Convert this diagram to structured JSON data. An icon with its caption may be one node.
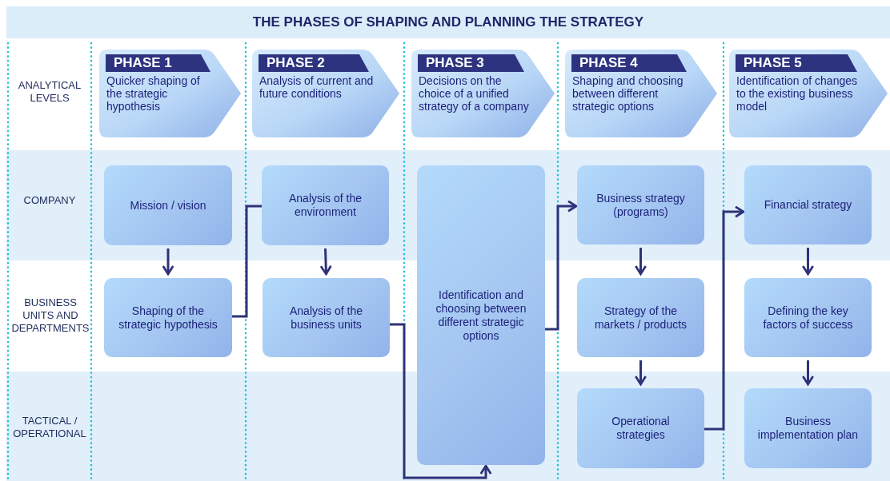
{
  "diagram": {
    "title": "THE PHASES OF SHAPING AND PLANNING THE STRATEGY",
    "nodes": [
      {
        "text": [
          "PHASE 1",
          "Quicker shaping of the strategic hypothesis"
        ]
      },
      {
        "text": [
          "PHASE 2",
          "Analysis of current and future conditions"
        ]
      },
      {
        "text": [
          "PHASE 3",
          "Decisions on the choice of a unified strategy of a company"
        ]
      },
      {
        "text": [
          "PHASE 4",
          "Shaping and choosing between different strategic options"
        ]
      },
      {
        "text": [
          "PHASE 5",
          "Identification of changes to the existing business model"
        ]
      },
      {
        "text": [
          "Mission / vision"
        ]
      },
      {
        "text": [
          "Shaping of the strategic hypothesis"
        ]
      },
      {
        "text": [
          "Analysis of the environment"
        ]
      },
      {
        "text": [
          "Analysis of the business units"
        ]
      },
      {
        "text": [
          "Identification and choosing between different strategic options"
        ]
      },
      {
        "text": [
          "Business strategy (programs)"
        ]
      },
      {
        "text": [
          "Strategy of the markets / products"
        ]
      },
      {
        "text": [
          "Operational strategies"
        ]
      },
      {
        "text": [
          "Financial strategy"
        ]
      },
      {
        "text": [
          "Defining the key factors of success"
        ]
      },
      {
        "text": [
          "Business implementation plan"
        ]
      }
    ],
    "edges": [
      {
        "from": 5,
        "to": 6,
        "arrow": "to"
      },
      {
        "from": 6,
        "to": 7,
        "arrow": "none"
      },
      {
        "from": 7,
        "to": 8,
        "arrow": "to"
      },
      {
        "from": 8,
        "to": 9,
        "arrow": "to"
      },
      {
        "from": 9,
        "to": 10,
        "arrow": "to"
      },
      {
        "from": 10,
        "to": 11,
        "arrow": "to"
      },
      {
        "from": 11,
        "to": 12,
        "arrow": "to"
      },
      {
        "from": 12,
        "to": 13,
        "arrow": "to"
      },
      {
        "from": 13,
        "to": 14,
        "arrow": "to"
      },
      {
        "from": 14,
        "to": 15,
        "arrow": "to"
      }
    ],
    "labels": [
      "ANALYTICAL LEVELS",
      "COMPANY",
      "BUSINESS UNITS AND DEPARTMENTS",
      "TACTICAL / OPERATIONAL"
    ]
  }
}
